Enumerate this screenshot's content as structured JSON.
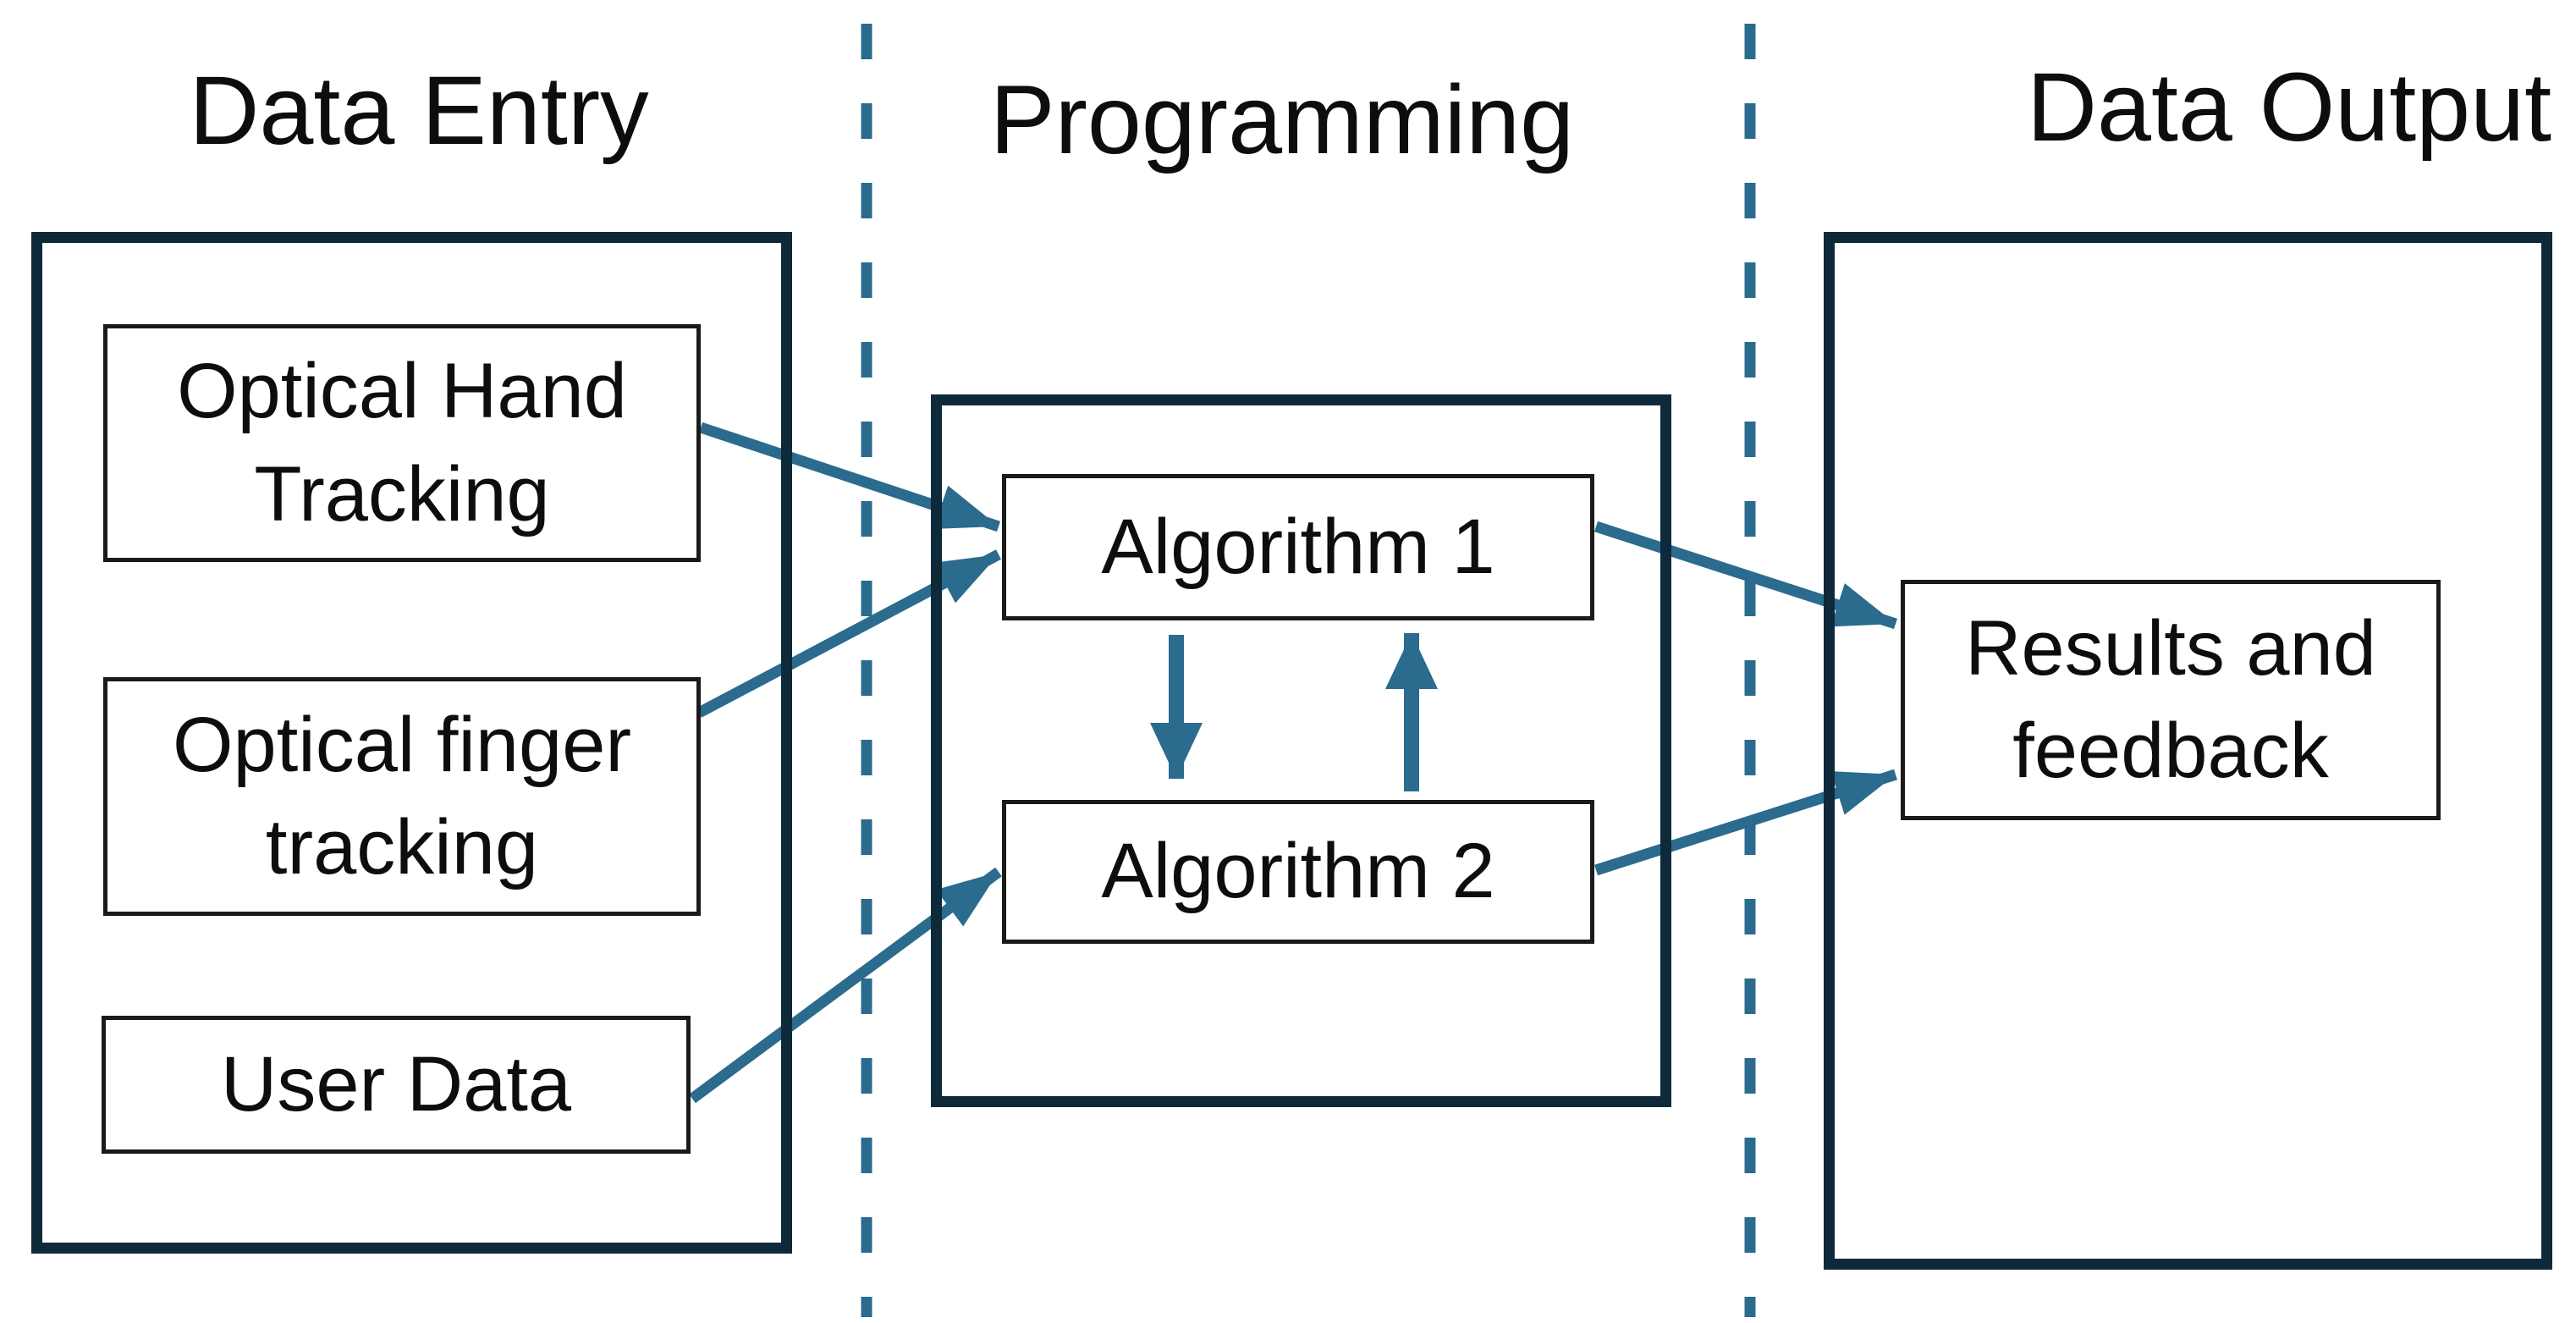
{
  "diagram": {
    "sections": [
      {
        "title": "Data Entry",
        "items": [
          "Optical Hand\nTracking",
          "Optical finger\ntracking",
          "User Data"
        ]
      },
      {
        "title": "Programming",
        "items": [
          "Algorithm 1",
          "Algorithm 2"
        ]
      },
      {
        "title": "Data Output",
        "items": [
          "Results and\nfeedback"
        ]
      }
    ],
    "connections": [
      {
        "from": "Optical Hand Tracking",
        "to": "Algorithm 1"
      },
      {
        "from": "Optical finger tracking",
        "to": "Algorithm 1"
      },
      {
        "from": "User Data",
        "to": "Algorithm 2"
      },
      {
        "from": "Algorithm 1",
        "to": "Algorithm 2"
      },
      {
        "from": "Algorithm 2",
        "to": "Algorithm 1"
      },
      {
        "from": "Algorithm 1",
        "to": "Results and feedback"
      },
      {
        "from": "Algorithm 2",
        "to": "Results and feedback"
      }
    ],
    "colors": {
      "accent": "#2a6b8e",
      "container_border": "#0e2a3a",
      "box_border": "#1a1a1a",
      "text": "#0d0d0d",
      "background": "#ffffff"
    }
  }
}
